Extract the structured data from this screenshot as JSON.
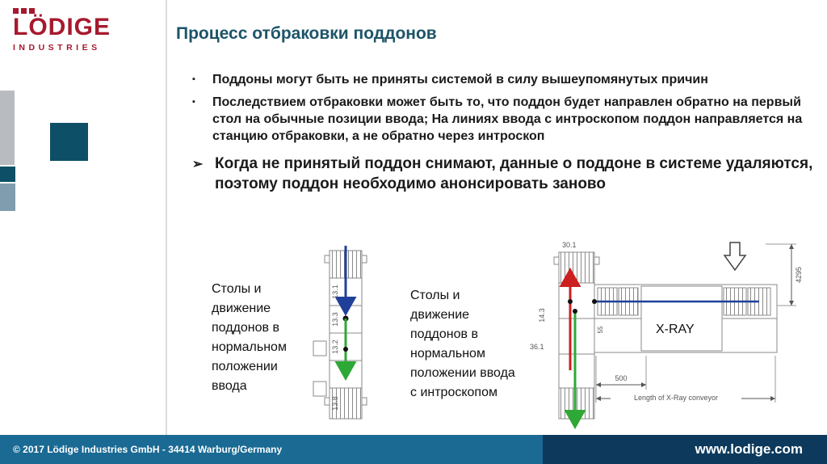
{
  "logo": {
    "name": "LÖDIGE",
    "sub": "INDUSTRIES"
  },
  "slide": {
    "title": "Процесс отбраковки поддонов"
  },
  "bullets": [
    {
      "marker": "▪",
      "text": "Поддоны могут быть не приняты системой в силу вышеупомянутых причин"
    },
    {
      "marker": "▪",
      "text": "Последствием отбраковки может быть то, что поддон будет направлен обратно на первый стол на обычные позиции ввода; На линиях ввода с интроскопом поддон направляется на станцию отбраковки, а не обратно через интроскоп"
    },
    {
      "marker": "➢",
      "text": "Когда не принятый поддон снимают, данные о поддоне в системе удаляются, поэтому поддон необходимо анонсировать заново"
    }
  ],
  "captions": {
    "left": {
      "lines": [
        "Столы и",
        "движение",
        "поддонов в",
        "нормальном",
        "положении",
        "ввода"
      ]
    },
    "right": {
      "lines": [
        "Столы и",
        "движение",
        "поддонов в",
        "нормальном",
        "положении ввода",
        "с интроскопом"
      ]
    }
  },
  "diagram_left": {
    "labels": [
      "13.1",
      "13.3",
      "13.2",
      "13.8"
    ]
  },
  "diagram_right": {
    "top_label": "30.1",
    "side_label_1": "14.3",
    "side_label_2": "36.1",
    "small_label": "55",
    "xray_label": "X-RAY",
    "dim_height": "4295",
    "dim_width": "500",
    "dim_caption": "Length of X-Ray conveyor"
  },
  "footer": {
    "copyright": "© 2017 Lödige Industries GmbH - 34414 Warburg/Germany",
    "website": "www.lodige.com"
  },
  "colors": {
    "brand_red": "#A6192E",
    "title_blue": "#1D5468",
    "footer_blue": "#1A6A94",
    "footer_navy": "#0D3A5C",
    "arrow_blue": "#1F3F99",
    "arrow_green": "#2EA836",
    "arrow_red": "#CC2020",
    "square_teal": "#0D4F66",
    "square_gray": "#B8BCC0",
    "square_slate": "#7F9DAE"
  }
}
